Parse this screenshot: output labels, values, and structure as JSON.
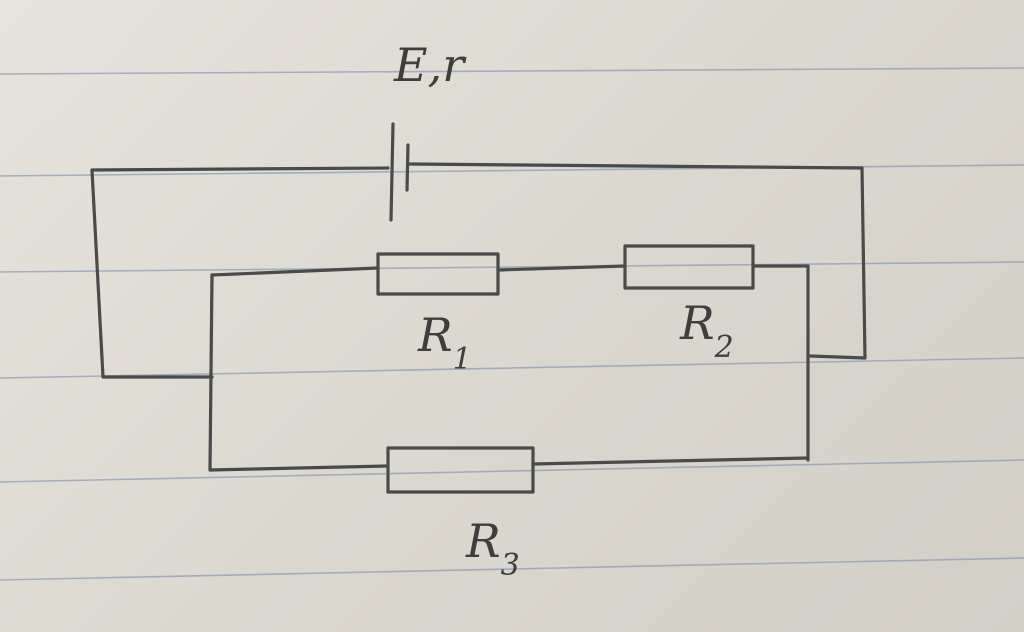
{
  "labels": {
    "source": "E,r",
    "r1_main": "R",
    "r1_sub": "1",
    "r2_main": "R",
    "r2_sub": "2",
    "r3_main": "R",
    "r3_sub": "3"
  },
  "colors": {
    "ink": "#4a4a48",
    "ruled_line": "#8e9fb4",
    "paper": "#dddad2"
  }
}
